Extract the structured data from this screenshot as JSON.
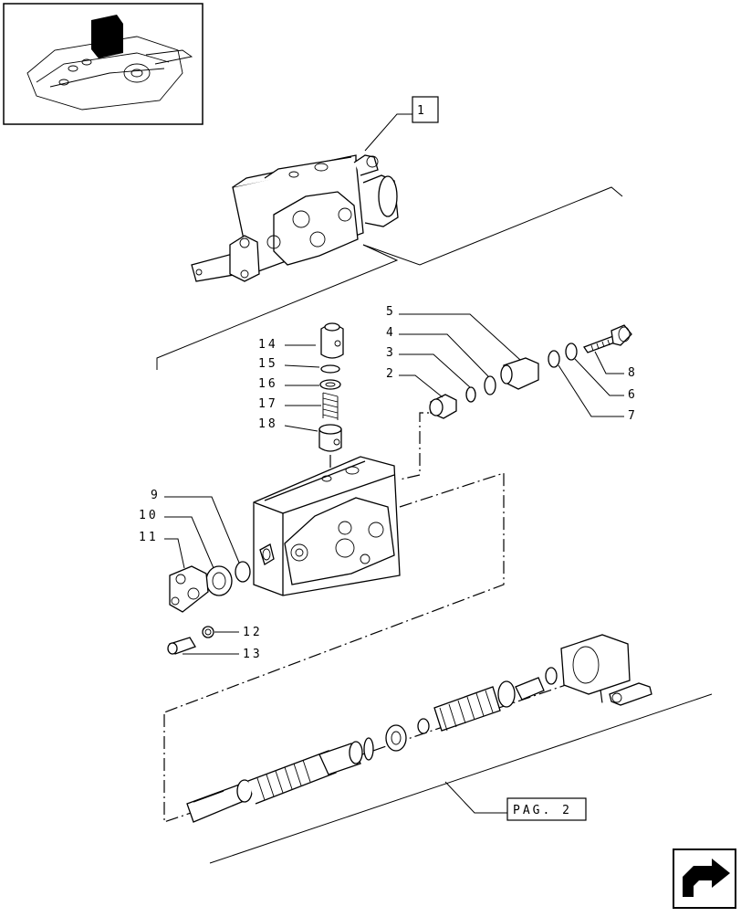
{
  "thumbnail": {
    "caption": ""
  },
  "callouts": {
    "ref_main": "1",
    "ref_page": "PAG. 2",
    "n2": "2",
    "n3": "3",
    "n4": "4",
    "n5": "5",
    "n6": "6",
    "n7": "7",
    "n8": "8",
    "n9": "9",
    "n10": "10",
    "n11": "11",
    "n12": "12",
    "n13": "13",
    "n14": "14",
    "n15": "15",
    "n16": "16",
    "n17": "17",
    "n18": "18"
  },
  "nav": {
    "next_icon": "arrow-next-icon"
  }
}
